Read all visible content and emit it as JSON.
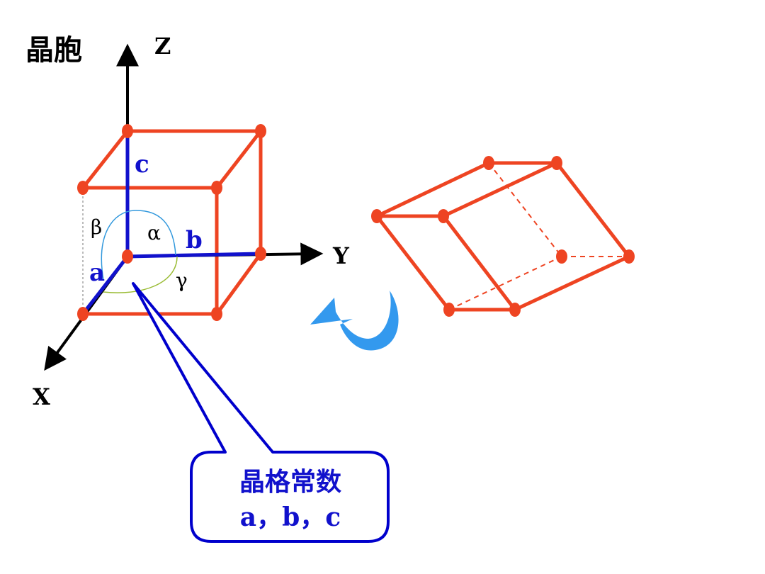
{
  "title": "晶胞",
  "axes": {
    "z": "Z",
    "y": "Y",
    "x": "X"
  },
  "edges": {
    "a": "a",
    "b": "b",
    "c": "c"
  },
  "angles": {
    "alpha": "α",
    "beta": "β",
    "gamma": "γ"
  },
  "callout": {
    "line1": "晶格常数",
    "line2": "a，b，c"
  },
  "colors": {
    "lattice": "#ee4422",
    "edge_vectors": "#1111cc",
    "axes": "#000000",
    "arc_alpha": "#3399dd",
    "arc_gamma": "#99bb33",
    "arrow": "#3399ee",
    "callout_border": "#0000cc",
    "callout_text": "#1111cc"
  },
  "icons": {
    "rotate": "curved-arrow-icon"
  }
}
